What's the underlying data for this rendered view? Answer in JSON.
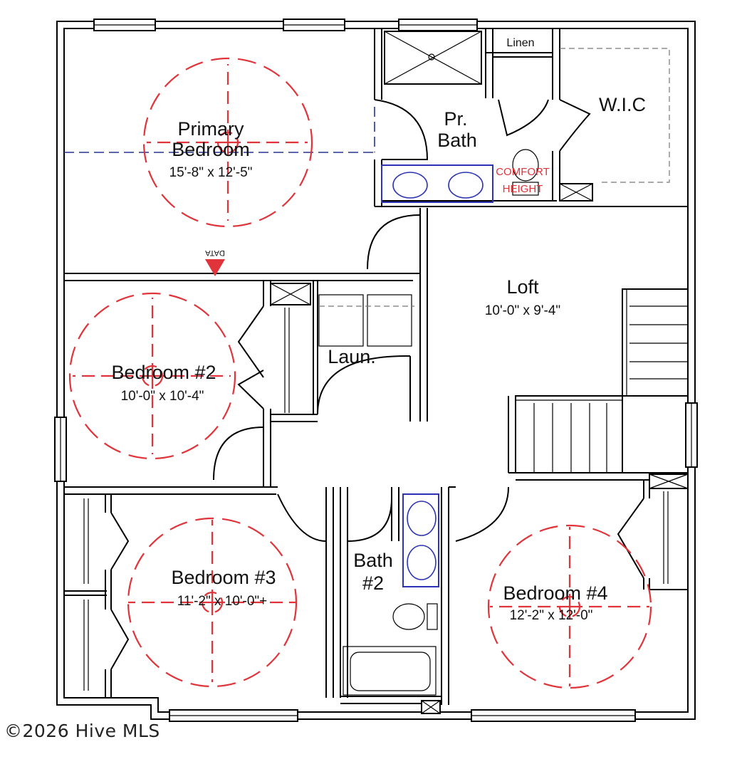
{
  "rooms": {
    "primary_bedroom": {
      "name_line1": "Primary",
      "name_line2": "Bedroom",
      "dims": "15'-8\" x 12'-5\""
    },
    "pr_bath": {
      "name_line1": "Pr.",
      "name_line2": "Bath"
    },
    "linen": {
      "name": "Linen"
    },
    "wic": {
      "name": "W.I.C"
    },
    "comfort_height": {
      "line1": "COMFORT",
      "line2": "HEIGHT"
    },
    "data_marker": {
      "label": "DATA"
    },
    "loft": {
      "name": "Loft",
      "dims": "10'-0\" x 9'-4\""
    },
    "bedroom2": {
      "name": "Bedroom #2",
      "dims": "10'-0\" x 10'-4\""
    },
    "laundry": {
      "name": "Laun."
    },
    "bedroom3": {
      "name": "Bedroom #3",
      "dims": "11'-2\" x 10'-0\"+"
    },
    "bath2": {
      "name_line1": "Bath",
      "name_line2": "#2"
    },
    "bedroom4": {
      "name": "Bedroom #4",
      "dims": "12'-2\" x 12'-0\""
    }
  },
  "footer": {
    "copyright": "©2026 Hive MLS"
  },
  "colors": {
    "wall": "#000000",
    "fan": "#e0333a",
    "fixture": "#2c33b5",
    "beam": "#27358f"
  }
}
